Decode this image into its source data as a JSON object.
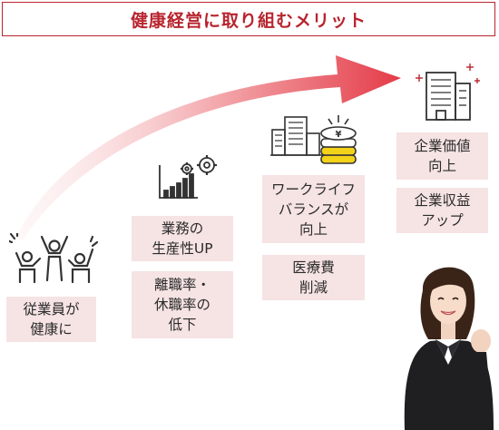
{
  "title": "健康経営に取り組むメリット",
  "colors": {
    "accent": "#b8242e",
    "box_bg": "#f6e3e3",
    "arrow_start": "#fbe9ea",
    "arrow_end": "#e43c48",
    "coin": "#f3d21a"
  },
  "steps": [
    {
      "icon": "cheering-people-icon",
      "labels": [
        "従業員が\n健康に"
      ]
    },
    {
      "icon": "productivity-chart-gears-icon",
      "labels": [
        "業務の\n生産性UP",
        "離職率・\n休職率の\n低下"
      ]
    },
    {
      "icon": "building-yen-coins-icon",
      "labels": [
        "ワークライフ\nバランスが\n向上",
        "医療費\n削減"
      ]
    },
    {
      "icon": "office-building-sparkle-icon",
      "labels": [
        "企業価値\n向上",
        "企業収益\nアップ"
      ]
    }
  ]
}
